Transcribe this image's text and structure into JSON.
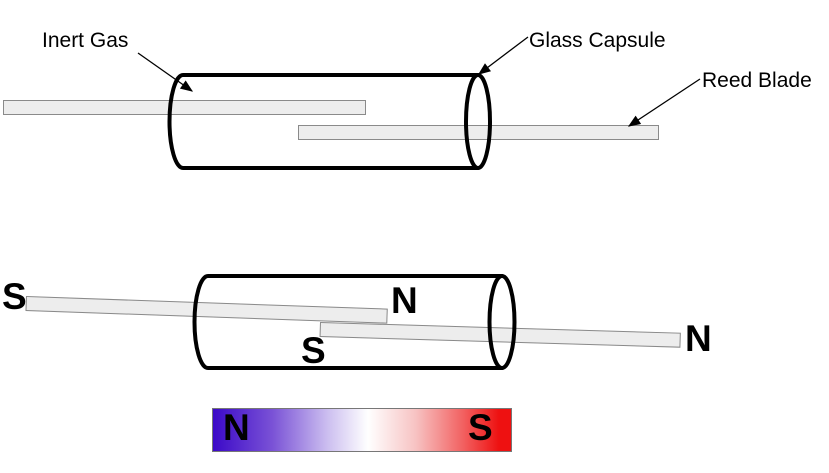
{
  "top_diagram": {
    "inert_gas_label": "Inert Gas",
    "glass_capsule_label": "Glass Capsule",
    "reed_blade_label": "Reed Blade"
  },
  "bottom_diagram": {
    "left_blade_outer_pole": "S",
    "left_blade_inner_pole": "N",
    "right_blade_inner_pole": "S",
    "right_blade_outer_pole": "N"
  },
  "magnet_bar": {
    "north_label": "N",
    "south_label": "S",
    "north_color": "#3b09c8",
    "south_color": "#ee1111"
  },
  "colors": {
    "blade_fill": "#ededed",
    "blade_border": "#8a8a8a",
    "capsule_stroke": "#000000",
    "label_text": "#000000"
  }
}
